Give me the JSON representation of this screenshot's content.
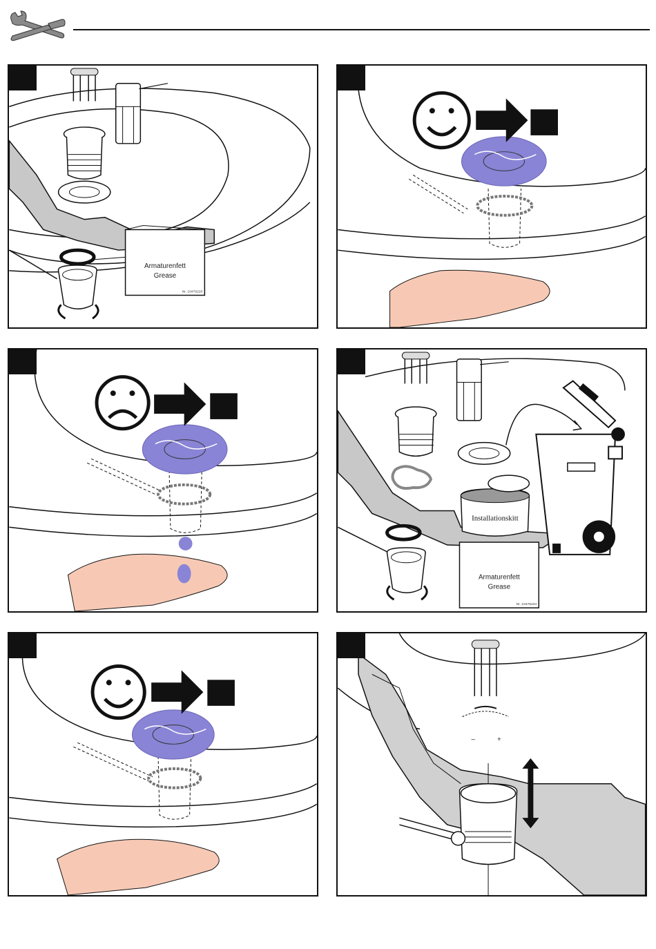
{
  "labels": {
    "grease_line1": "Armaturenfett",
    "grease_line2": "Grease",
    "grease_code_1": "Nr. 10476220",
    "grease_code_4": "Nr. 10476224",
    "putty": "Installationskitt",
    "minus": "–",
    "plus": "+"
  },
  "icons": {
    "header": "wrench-screwdriver-icon",
    "happy": "smiley-happy-icon",
    "sad": "smiley-sad-icon",
    "arrow": "arrow-right-icon",
    "trash": "trash-bin-icon",
    "vertical_arrow": "up-down-arrow-icon"
  },
  "colors": {
    "water": "#8a84d6",
    "skin": "#f7c9b5",
    "basin_fill": "#e6e6e6",
    "ink": "#111111"
  }
}
